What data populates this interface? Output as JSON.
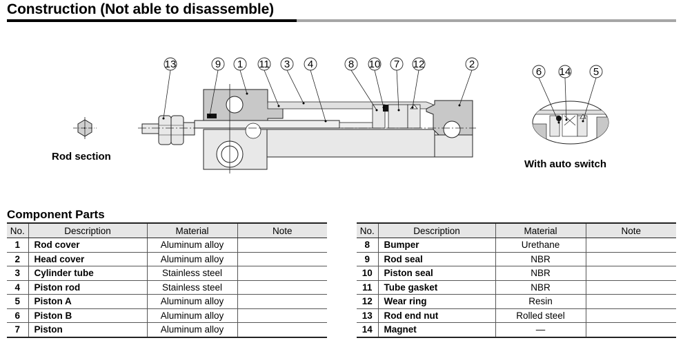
{
  "page": {
    "title": "Construction (Not able to disassemble)"
  },
  "diagram": {
    "callouts_main": [
      "13",
      "9",
      "1",
      "11",
      "3",
      "4",
      "8",
      "10",
      "7",
      "12",
      "2"
    ],
    "callouts_detail": [
      "6",
      "14",
      "5"
    ],
    "rod_section_caption": "Rod section",
    "auto_switch_caption": "With auto switch"
  },
  "component_parts": {
    "title": "Component Parts",
    "headers": {
      "no": "No.",
      "description": "Description",
      "material": "Material",
      "note": "Note"
    },
    "left_rows": [
      {
        "no": "1",
        "description": "Rod cover",
        "material": "Aluminum alloy",
        "note": ""
      },
      {
        "no": "2",
        "description": "Head cover",
        "material": "Aluminum alloy",
        "note": ""
      },
      {
        "no": "3",
        "description": "Cylinder tube",
        "material": "Stainless steel",
        "note": ""
      },
      {
        "no": "4",
        "description": "Piston rod",
        "material": "Stainless steel",
        "note": ""
      },
      {
        "no": "5",
        "description": "Piston A",
        "material": "Aluminum alloy",
        "note": ""
      },
      {
        "no": "6",
        "description": "Piston B",
        "material": "Aluminum alloy",
        "note": ""
      },
      {
        "no": "7",
        "description": "Piston",
        "material": "Aluminum alloy",
        "note": ""
      }
    ],
    "right_rows": [
      {
        "no": "8",
        "description": "Bumper",
        "material": "Urethane",
        "note": ""
      },
      {
        "no": "9",
        "description": "Rod seal",
        "material": "NBR",
        "note": ""
      },
      {
        "no": "10",
        "description": "Piston seal",
        "material": "NBR",
        "note": ""
      },
      {
        "no": "11",
        "description": "Tube gasket",
        "material": "NBR",
        "note": ""
      },
      {
        "no": "12",
        "description": "Wear ring",
        "material": "Resin",
        "note": ""
      },
      {
        "no": "13",
        "description": "Rod end nut",
        "material": "Rolled steel",
        "note": ""
      },
      {
        "no": "14",
        "description": "Magnet",
        "material": "—",
        "note": ""
      }
    ]
  }
}
